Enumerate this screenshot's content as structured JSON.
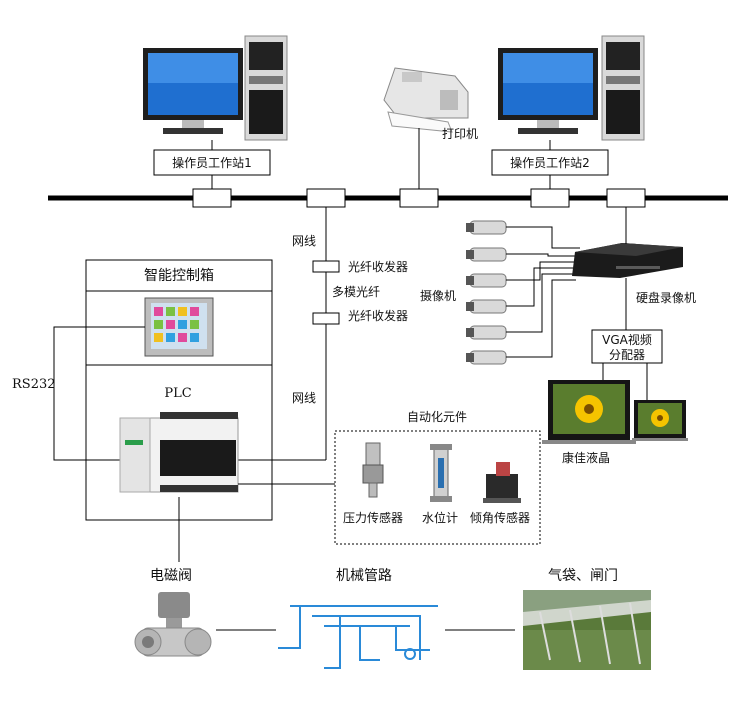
{
  "workstation1": "操作员工作站1",
  "workstation2": "操作员工作站2",
  "printer": "打印机",
  "network_cable_1": "网线",
  "fiber_transceiver_1": "光纤收发器",
  "multimode_fiber": "多模光纤",
  "fiber_transceiver_2": "光纤收发器",
  "network_cable_2": "网线",
  "cabinet_title": "智能控制箱",
  "rs232": "RS232",
  "plc": "PLC",
  "camera": "摄像机",
  "dvr": "硬盘录像机",
  "vga_line1": "VGA视频",
  "vga_line2": "分配器",
  "lcd": "康佳液晶",
  "automation_title": "自动化元件",
  "pressure_sensor": "压力传感器",
  "level_gauge": "水位计",
  "tilt_sensor": "倾角传感器",
  "solenoid_valve": "电磁阀",
  "pipeline": "机械管路",
  "airbag_gate": "气袋、闸门",
  "colors": {
    "monitor_blue": "#1f6fd0",
    "line": "#000000",
    "water": "#5a7a3a"
  }
}
